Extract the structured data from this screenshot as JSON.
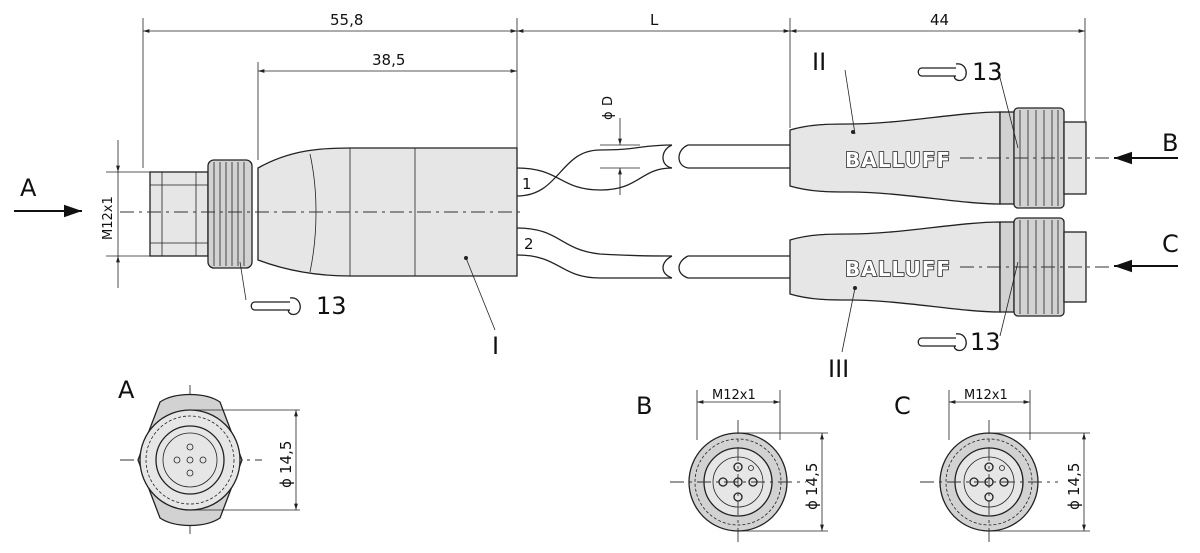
{
  "dimensions": {
    "overall_left": "55,8",
    "cable_length": "L",
    "overall_right": "44",
    "body_length": "38,5",
    "cable_diameter": "D",
    "thread_main": "M12x1",
    "diameter_a": "14,5",
    "thread_b": "M12x1",
    "diameter_b": "14,5",
    "thread_c": "M12x1",
    "diameter_c": "14,5",
    "diameter_symbol": "ϕ"
  },
  "labels": {
    "arrow_a": "A",
    "arrow_b": "B",
    "arrow_c": "C",
    "view_a": "A",
    "view_b": "B",
    "view_c": "C",
    "wire_1": "1",
    "wire_2": "2",
    "part_i": "I",
    "part_ii": "II",
    "part_iii": "III",
    "wrench_main": "13",
    "wrench_upper": "13",
    "wrench_lower": "13",
    "logo_upper": "BALLUFF",
    "logo_lower": "BALLUFF"
  }
}
